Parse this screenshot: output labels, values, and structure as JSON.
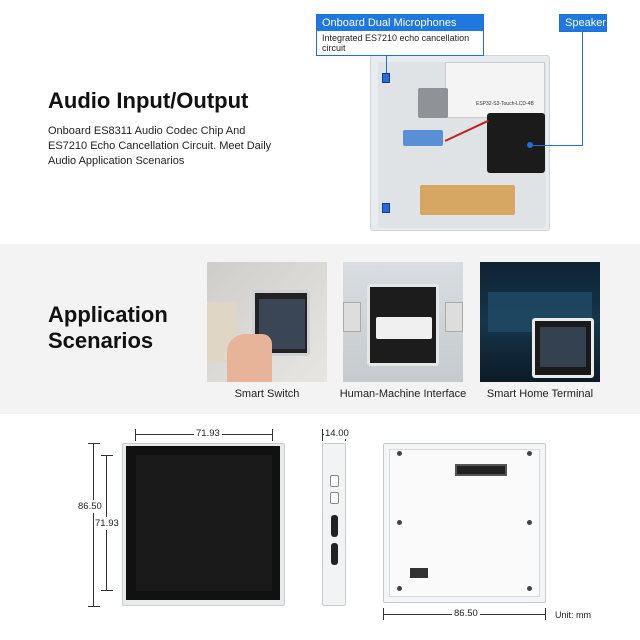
{
  "audio": {
    "title": "Audio Input/Output",
    "description": "Onboard ES8311 Audio Codec Chip And ES7210 Echo Cancellation Circuit. Meet Daily Audio Application Scenarios",
    "callout_mic_title": "Onboard Dual Microphones",
    "callout_mic_sub": "Integrated ES7210 echo cancellation circuit",
    "callout_speaker": "Speaker",
    "board_label": "ESP32-S3-Touch-LCD-4B"
  },
  "scenarios": {
    "title_line1": "Application",
    "title_line2": "Scenarios",
    "items": [
      {
        "caption": "Smart Switch"
      },
      {
        "caption": "Human-Machine Interface"
      },
      {
        "caption": "Smart Home Terminal"
      }
    ]
  },
  "dimensions": {
    "front_width": "71.93",
    "front_height_outer": "86.50",
    "front_height_inner": "71.93",
    "side_depth": "14.00",
    "back_width": "86.50",
    "unit": "Unit: mm"
  },
  "colors": {
    "accent": "#1e78e0"
  }
}
